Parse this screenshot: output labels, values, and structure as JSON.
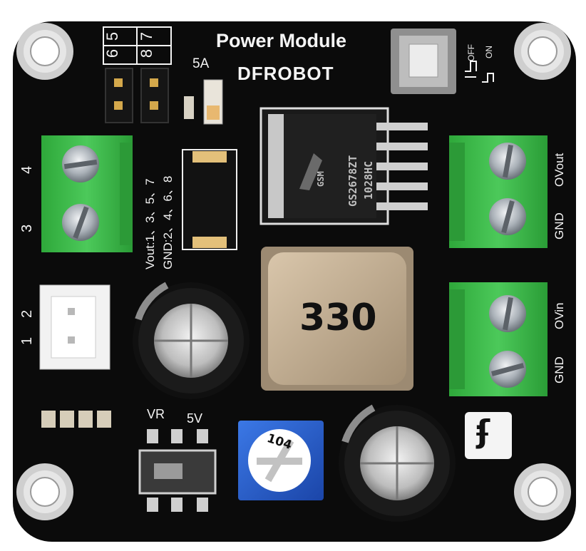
{
  "board": {
    "title": "Power Module",
    "brand": "DFROBOT",
    "current_rating": "5A",
    "pin_notes": {
      "vout": "Vout:1、3、5、7",
      "gnd": "GND:2、4、6、8"
    },
    "jumper_labels": [
      "5",
      "6",
      "7",
      "8"
    ],
    "left_terminal_labels": [
      "4",
      "3"
    ],
    "left_connector_labels": [
      "2",
      "1"
    ],
    "right_top_terminal": [
      "OVout",
      "GND"
    ],
    "right_bottom_terminal": [
      "OVin",
      "GND"
    ],
    "switch_labels": {
      "off": "OFF",
      "on": "ON"
    },
    "selector_labels": {
      "left": "VR",
      "right": "5V"
    },
    "inductor_marking": "330",
    "pot_marking": "104",
    "ic_marking": [
      "GS2678ZT",
      "1028HC"
    ],
    "ic_logo": "GSM",
    "logo_glyph": "ʄ"
  },
  "colors": {
    "pcb": "#0b0b0b",
    "terminal_green": "#3dbb4a",
    "silkscreen": "#f4f4f4",
    "pot_blue": "#2a5fd0",
    "hole_ring": "#c9c9c9"
  }
}
